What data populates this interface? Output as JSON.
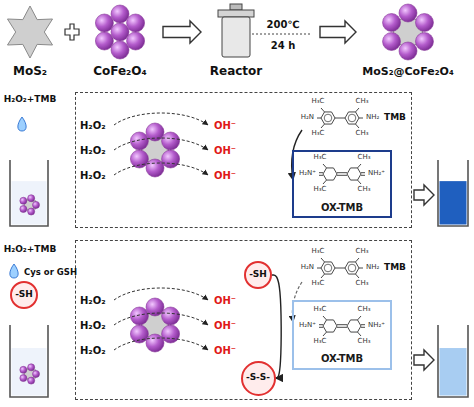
{
  "diagram": {
    "nodes": [
      {
        "text": [
          "H₂O₂",
          "H₂O₂",
          "H₂O₂",
          "OH⁻",
          "OH⁻",
          "OH⁻",
          "TMB"
        ]
      },
      {
        "text": [
          "OX-TMB"
        ],
        "in": 0
      },
      {
        "text": [
          "-SH"
        ]
      },
      {
        "text": [
          "H₂O₂",
          "H₂O₂",
          "H₂O₂",
          "OH⁻",
          "OH⁻",
          "OH⁻",
          "TMB"
        ]
      },
      {
        "text": [
          "-SH"
        ],
        "in": 3
      },
      {
        "text": [
          "-S-S-"
        ],
        "in": 3
      },
      {
        "text": [
          "OX-TMB"
        ],
        "in": 3
      }
    ],
    "edges": [
      {
        "from": 4,
        "to": 5,
        "arrow": "to"
      }
    ],
    "labels": [
      "MoS₂",
      "CoFe₂O₄",
      "Reactor",
      "200℃",
      "24 h",
      "MoS₂@CoFe₂O₄",
      "H₂O₂+TMB",
      "H₂O₂+TMB",
      "Cys or GSH",
      "H₃C",
      "CH₃",
      "H₂N",
      "NH₂",
      "H₃C",
      "CH₃",
      "H₃C",
      "CH₃",
      "H₂N⁺",
      "NH₂⁺",
      "H₃C",
      "CH₃",
      "H₃C",
      "CH₃",
      "H₂N",
      "NH₂",
      "H₃C",
      "CH₃",
      "H₃C",
      "CH₃",
      "H₂N⁺",
      "NH₂⁺",
      "H₃C",
      "CH₃"
    ]
  }
}
